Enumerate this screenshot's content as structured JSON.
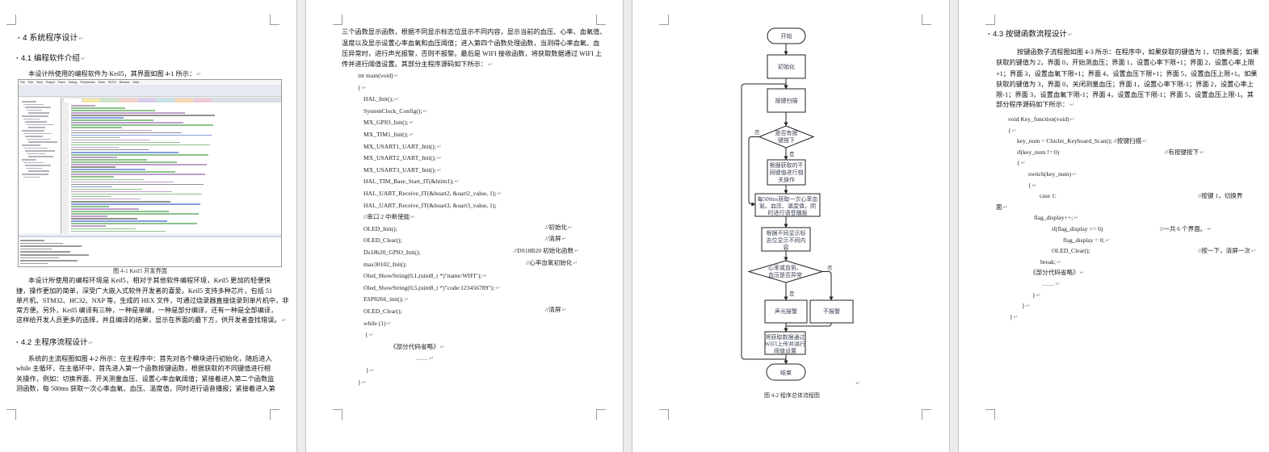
{
  "page1": {
    "heading": "4 系统程序设计",
    "section_1": "4.1 编程软件介绍",
    "intro": "本设计所使用的编程软件为 Keil5，其界面如图 4-1 所示：",
    "keil_screenshot": {
      "menu": [
        "File",
        "Edit",
        "View",
        "Project",
        "Flash",
        "Debug",
        "Peripherals",
        "Tools",
        "SVCS",
        "Window",
        "Help"
      ]
    },
    "figure_caption": "图 4-1 Keil5 开发界面",
    "para1": [
      "本设计所使用的编程环境是 Keil5，相对于其他软件编程环境，Keil5 更加的轻便快",
      "捷，操作更加的简单，深受广大嵌入式软件开发者的喜爱。Keil5 支持多种芯片，包括 51",
      "单片机、STM32、HC32、NXP 等，生成的 HEX 文件，可通过烧录器直接烧录到单片机中，非",
      "常方便。另外，Keil5 编译有三种，一种是单编，一种是部分编译，还有一种是全部编译，",
      "这样给开发人员更多的选择，并且编译的结果，显示在界面的最下方，供开发者查找错误。"
    ],
    "section_2": "4.2 主程序流程设计",
    "para2": [
      "系统的主流程图如图 4-2 所示：在主程序中：首先对各个模块进行初始化，随后进入",
      "while 主循环，在主循环中，首先进入第一个函数按键函数，根据获取的不同键值进行相",
      "关操作，例如：切换界面、开关测量血压、设置心率血氧阈值；紧接着进入第二个函数监",
      "测函数，每 500ms 获取一次心率血氧、血压、温度值，同时进行语音播报；紧接着进入第"
    ]
  },
  "page2": {
    "para": [
      "三个函数显示函数，根据不同显示标志位显示不同内容，显示当前的血压、心率、血氧值、",
      "温度以及显示设置心率血氧和血压阈值；进入第四个函数处理函数，当测得心率血氧、血",
      "压异常时，进行声光报警，否则不报警。最后是 WIFI 接收函数，将获取数据通过 WIFI 上",
      "传并进行阈值设置。其部分主程序源码如下所示："
    ],
    "code": [
      "int main(void)",
      "{",
      "HAL_Init();",
      "SystemClock_Config();",
      "MX_GPIO_Init();",
      "MX_TIM1_Init();",
      "MX_USART1_UART_Init();",
      "MX_USART2_UART_Init();",
      "MX_USART3_UART_Init();",
      "HAL_TIM_Base_Start_IT(&htim1);",
      " HAL_UART_Receive_IT(&huart2, &uart2_value, 1);",
      "HAL_UART_Receive_IT(&huart3, &uart3_value, 1);",
      "//串口 2 中断使能",
      "OLED_Init();",
      "OLED_Clear();",
      "Ds18b20_GPIO_Init();",
      "max30102_Init();",
      "Oled_ShowString(0,1,(uint8_t *)\"name:WIFI\");",
      " Oled_ShowString(0,5,(uint8_t *)\"code:123456789\");",
      "ESP8266_init();",
      "OLED_Clear();",
      "while (1)",
      "{",
      "《部分代码省略》",
      "……",
      "}",
      "}"
    ],
    "comments": {
      "oled_init": "//初始化",
      "oled_clear": "//清屏",
      "ds18b20": "//DS18B20 初始化函数",
      "max30102": "//心率血氧初始化",
      "oled_clear_2": "//清屏"
    }
  },
  "page3": {
    "flowchart": {
      "start": "开始",
      "init": "初始化",
      "scan": "按键扫描",
      "decision_key": [
        "是否有按",
        "键按下"
      ],
      "key_action": [
        "根据获取的不",
        "同键值进行相",
        "关操作"
      ],
      "measure": [
        "每500ms获取一次心率血",
        "氧、血压、温度值，同",
        "时进行语音播报"
      ],
      "display": [
        "根据不同显示标",
        "志位显示不同内",
        "容"
      ],
      "decision_abnormal": [
        "心率或血氧、",
        "血压是否异常"
      ],
      "alarm": "声光报警",
      "no_alarm": "不报警",
      "upload": [
        "将获取数据通过",
        "WIFI上传并进行",
        "阈值设置"
      ],
      "end": "结束",
      "yes": "是",
      "no": "否"
    },
    "figure_caption": "图 4-2    程序总体流程图"
  },
  "page4": {
    "section": "4.3 按键函数流程设计",
    "para": [
      "按键函数子流程图如图 4-3 所示：在程序中，如果获取的键值为 1，切换界面；如果",
      "获取的键值为 2，界面 0，开始测血压；界面 1，设置心率下限+1；界面 2，设置心率上限",
      "+1；界面 3，设置血氧下限+1；界面 4，设置血压下限+1；界面 5，设置血压上限+1。如果",
      "获取的键值为 3，界面 0，关闭测量血压；界面 1，设置心率下限-1；界面 2，设置心率上",
      "限-1；界面 3，设置血氧下限-1；界面 4，设置血压下限-1；界面 5，设置血压上限-1。其",
      "部分程序源码如下所示："
    ],
    "code": [
      "void Key_function(void)",
      "{",
      "key_num = Chiclet_Keyboard_Scan(); //按键扫描",
      "if(key_num != 0)",
      "{",
      "switch(key_num)",
      "{",
      "case 1:",
      "面",
      "flag_display++;",
      "if(flag_display >= 6)",
      "flag_display = 0;",
      "OLED_Clear();",
      "break;",
      "《部分代码省略》",
      "……",
      "}",
      "}",
      "}"
    ],
    "comments": {
      "key_pressed": "//有按键按下",
      "case1": "//按键 1，切换界",
      "six_screens": "//一共 6 个界面。",
      "clear_once": "//按一下，清屏一次"
    }
  }
}
